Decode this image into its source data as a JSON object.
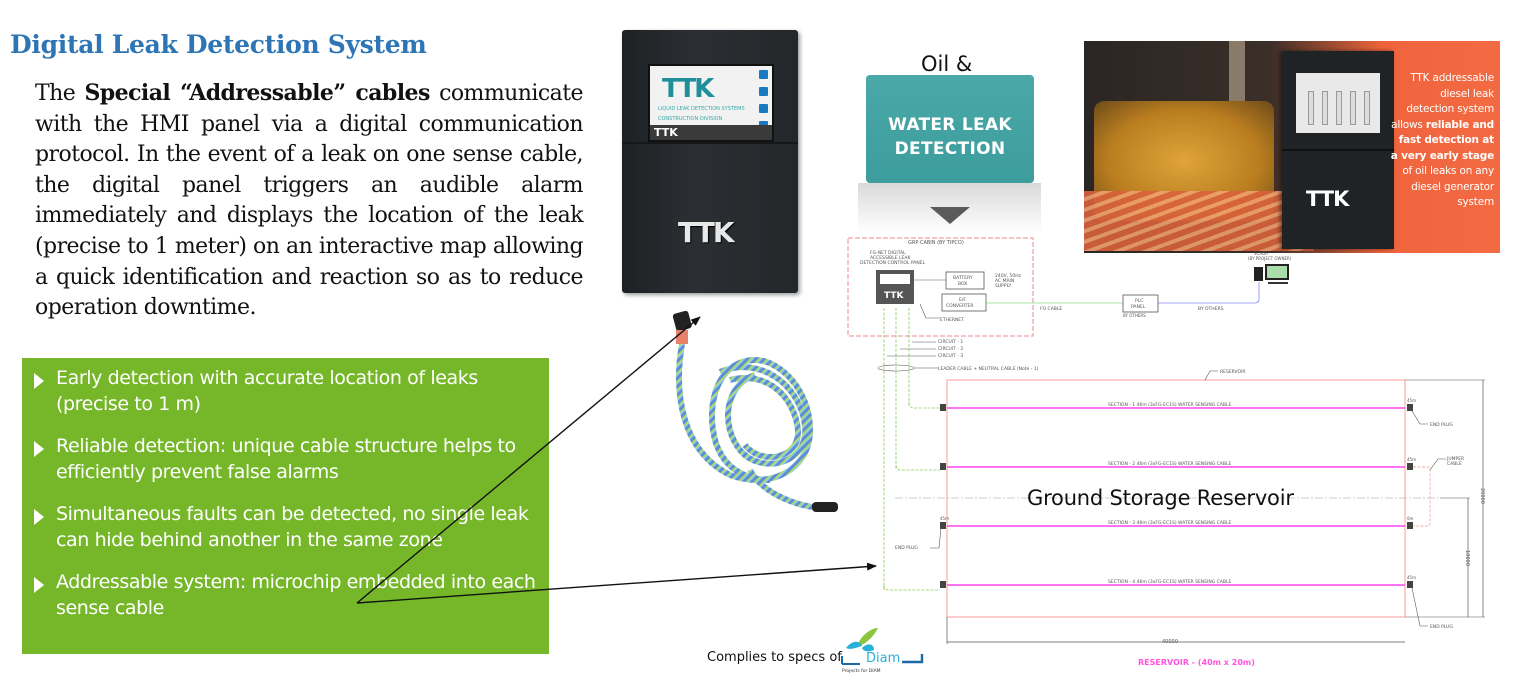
{
  "title": "Digital Leak Detection System",
  "intro": {
    "lead": "The",
    "bold": "Special “Addressable” cables",
    "rest": "communicate with the HMI panel via a digital communication protocol. In the event of a leak on one sense cable, the digital panel triggers an audible alarm immediately and displays the location of the leak (precise to 1 meter) on an interactive map allowing a quick identification and reaction so as to reduce operation downtime."
  },
  "features": [
    {
      "text": "Early detection with accurate location of leaks (precise to 1 m)"
    },
    {
      "text": "Reliable detection: unique cable structure helps to efficiently prevent false alarms"
    },
    {
      "text": "Simultaneous faults can be detected, no single leak can hide behind another in the same zone"
    },
    {
      "text": "Addressable system: microchip embedded into each sense cable"
    }
  ],
  "panel": {
    "logo": "TTK",
    "screen_logo": "TTK",
    "screen_sub1": "LIQUID LEAK DETECTION SYSTEMS",
    "screen_sub2": "CONSTRUCTION DIVISION",
    "strip_logo": "TTK"
  },
  "oil_label": "Oil &",
  "water_box": {
    "line1": "WATER LEAK",
    "line2": "DETECTION"
  },
  "generator": {
    "logo": "TTK",
    "copy_plain1": "TTK addressable diesel leak detection system allows ",
    "copy_bold": "reliable and fast detection at a very early stage",
    "copy_plain2": " of oil leaks on any diesel generator system"
  },
  "schematic": {
    "cabin_label": "GRP CABIN (BY TIPCO)",
    "panel_label": [
      "FG-NET DIGITAL",
      "ACCESSIBLE LEAK",
      "DETECTION CONTROL PANEL"
    ],
    "battery": [
      "BATTERY",
      "BOX"
    ],
    "supply": [
      "240V, 50Hz",
      "AC MAIN",
      "SUPPLY"
    ],
    "converter": [
      "E/F",
      "CONVERTER"
    ],
    "ethernet": "ETHERNET",
    "fo_cable": "FO CABLE",
    "plc": [
      "PLC",
      "PANEL"
    ],
    "by_others": "BY OTHERS",
    "by_others2": "BY OTHERS",
    "scada": [
      "SCADA",
      "(BY PROJECT OWNER)"
    ],
    "circuits": [
      "CIRCUIT - 1",
      "CIRCUIT - 2",
      "CIRCUIT - 3"
    ],
    "leader": "LEADER CABLE + NEUTRAL CABLE (Note - 1)",
    "reservoir": "RESERVOIR",
    "sections": [
      "SECTION - 1 46m (3xFG-EC1S) WATER SENSING CABLE",
      "SECTION - 2 46m (3xFG-EC1S) WATER SENSING CABLE",
      "SECTION - 3 46m (3xFG-EC1S) WATER SENSING CABLE",
      "SECTION - 4 46m (3xFG-EC1S) WATER SENSING CABLE"
    ],
    "end_plug": "END PLUG",
    "jumper": [
      "JUMPER",
      "CABLE"
    ],
    "tag_start": "0m",
    "tag_end": "45m",
    "dim_width": "40000",
    "dim_height": "20000",
    "dim_half": "10000"
  },
  "reservoir_title": "Ground Storage Reservoir",
  "reservoir_size": "RESERVOIR - (40m x 20m)",
  "complies": "Complies to specs of",
  "diam": {
    "name": "Diam",
    "sub": "Projects for DIAM"
  },
  "colors": {
    "title": "#2e75b6",
    "feature_bg": "#76b72a",
    "water_box": "#43a2a2",
    "generator_accent": "#f26a43",
    "sensing_cable": "#ff44ee",
    "reservoir_outline": "#ff8888",
    "circuit_line": "#88cc55"
  }
}
